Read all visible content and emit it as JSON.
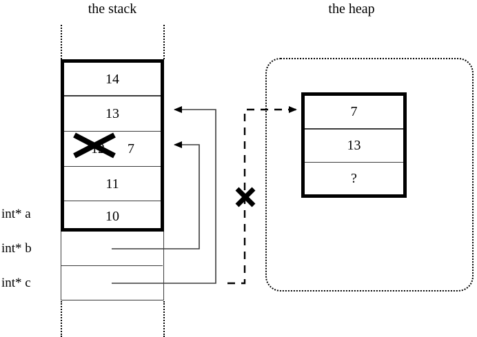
{
  "titles": {
    "stack": "the stack",
    "heap": "the heap"
  },
  "stack": {
    "frame_cells": [
      {
        "value": "14",
        "struck": false
      },
      {
        "value": "13",
        "struck": false
      },
      {
        "value": "12",
        "struck": true,
        "replacement": "7"
      },
      {
        "value": "11",
        "struck": false
      },
      {
        "value": "10",
        "struck": false
      }
    ],
    "pointer_slots": [
      {
        "value": ""
      },
      {
        "value": ""
      }
    ],
    "labels": [
      "int* a",
      "int* b",
      "int* c"
    ]
  },
  "heap": {
    "block_cells": [
      {
        "value": "7"
      },
      {
        "value": "13"
      },
      {
        "value": "?"
      }
    ]
  },
  "annotations": {
    "invalidated_mark": "X",
    "struck_mark": "X"
  },
  "colors": {
    "ink": "#000000",
    "rule": "#3a3a3a",
    "background": "#ffffff"
  }
}
